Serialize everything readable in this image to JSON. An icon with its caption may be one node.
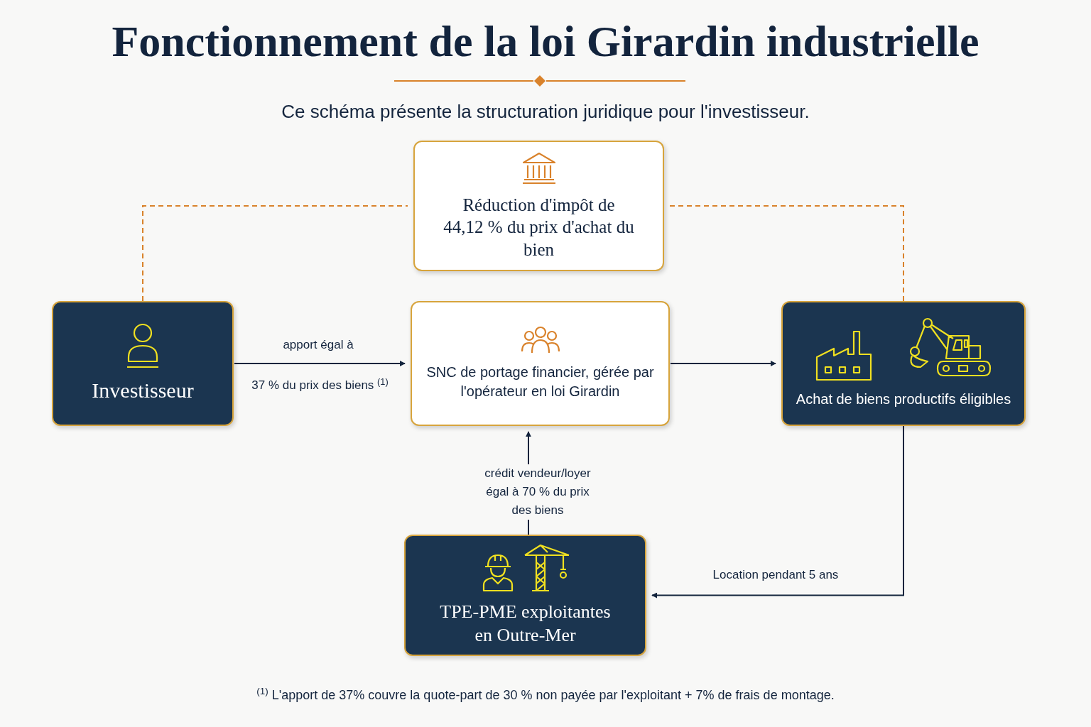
{
  "diagram": {
    "title": "Fonctionnement de la loi Girardin industrielle",
    "nodes": [
      {
        "text": [
          "Réduction d'impôt de 44,12 % du prix d'achat du bien"
        ]
      },
      {
        "text": [
          "Investisseur"
        ]
      },
      {
        "text": [
          "SNC de portage financier, gérée par l'opérateur en loi Girardin"
        ]
      },
      {
        "text": [
          "Achat de biens productifs éligibles"
        ]
      },
      {
        "text": [
          "TPE-PME exploitantes en Outre-Mer"
        ]
      }
    ],
    "edges": [
      {
        "from": 1,
        "to": 0,
        "arrow": "none",
        "style": "dashed",
        "color": "#d9822b"
      },
      {
        "from": 3,
        "to": 0,
        "arrow": "none",
        "style": "dashed",
        "color": "#d9822b"
      },
      {
        "from": 1,
        "to": 2,
        "arrow": "to",
        "label": "apport égal à"
      },
      {
        "from": 2,
        "to": 3,
        "arrow": "to"
      },
      {
        "from": 4,
        "to": 2,
        "arrow": "to",
        "label": "crédit vendeur/loyer égal à 70 % du prix des biens"
      },
      {
        "from": 3,
        "to": 4,
        "arrow": "to",
        "label": "Location pendant 5 ans"
      }
    ],
    "labels": [
      "Ce schéma présente la structuration juridique pour l'investisseur.",
      "37 % du prix des biens $^{(1)}$",
      "$^{(1)}$ L'apport de 37% couvre la quote-part de 30 % non payée par l'exploitant + 7% de frais de montage."
    ]
  }
}
